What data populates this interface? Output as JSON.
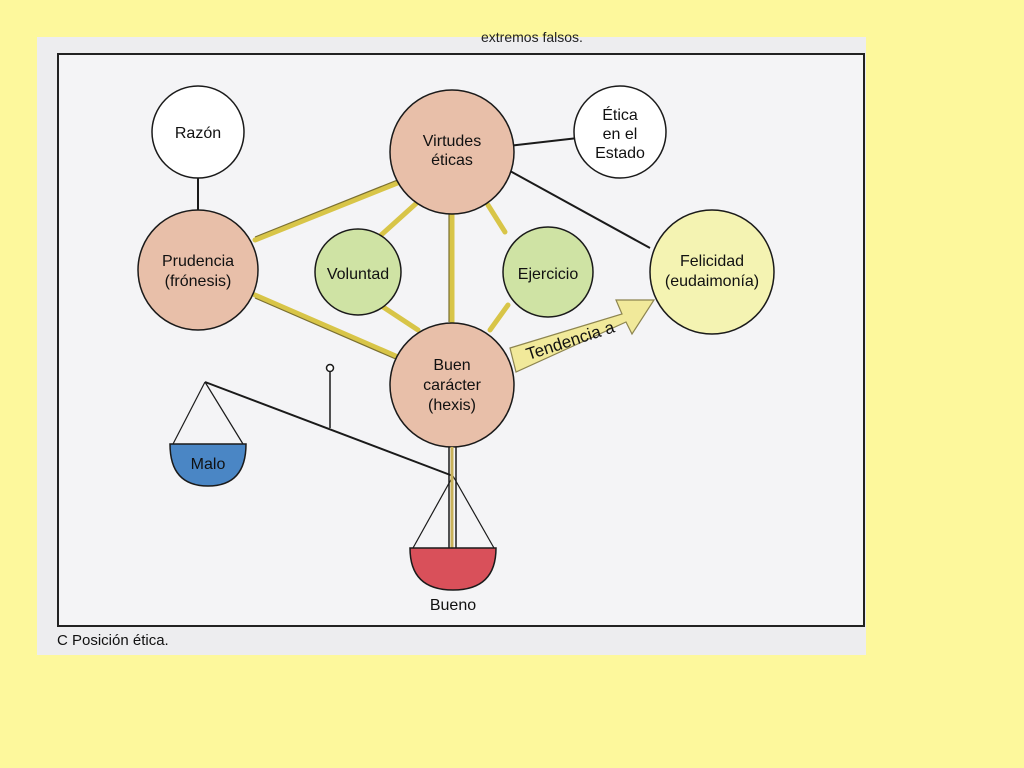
{
  "page": {
    "header_fragment": "extremos falsos.",
    "caption": "C  Posición ética."
  },
  "diagram": {
    "nodes": {
      "razon": "Razón",
      "virtudes_eticas": [
        "Virtudes",
        "éticas"
      ],
      "etica_estado": [
        "Ética",
        "en el",
        "Estado"
      ],
      "prudencia": [
        "Prudencia",
        "(frónesis)"
      ],
      "voluntad": "Voluntad",
      "ejercicio": "Ejercicio",
      "felicidad": [
        "Felicidad",
        "(eudaimonía)"
      ],
      "buen_caracter": [
        "Buen",
        "carácter",
        "(hexis)"
      ],
      "malo": "Malo",
      "bueno": "Bueno"
    },
    "arrow_label": "Tendencia a"
  },
  "colors": {
    "background": "#fdf89c",
    "salmon_node": "#e8bfa9",
    "green_node": "#cfe3a4",
    "yellow_node": "#f4f3b2",
    "white_node": "#ffffff",
    "malo_pan": "#4a86c5",
    "bueno_pan": "#d9505a",
    "connector": "#e8d64a"
  }
}
